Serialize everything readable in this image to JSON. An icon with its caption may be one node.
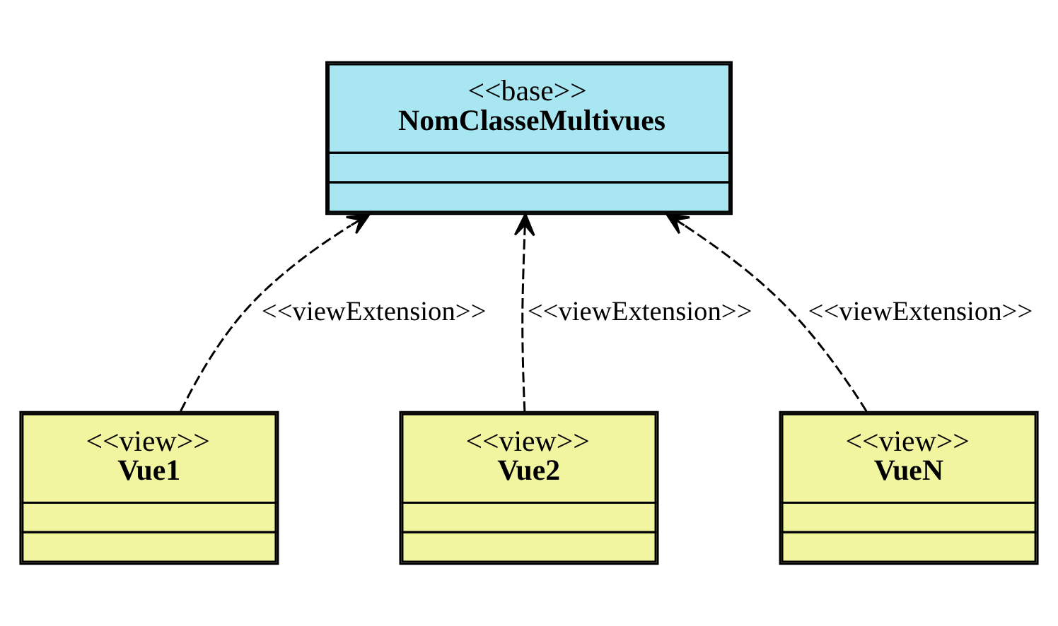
{
  "diagram": {
    "nodes": [
      {
        "text": [
          "<<base>>",
          "NomClasseMultivues"
        ]
      },
      {
        "text": [
          "<<view>>",
          "Vue1"
        ]
      },
      {
        "text": [
          "<<view>>",
          "Vue2"
        ]
      },
      {
        "text": [
          "<<view>>",
          "VueN"
        ]
      }
    ],
    "edges": [
      {
        "from": 1,
        "to": 0,
        "arrow": "to",
        "style": "dashed",
        "label": "<<viewExtension>>"
      },
      {
        "from": 2,
        "to": 0,
        "arrow": "to",
        "style": "dashed",
        "label": "<<viewExtension>>"
      },
      {
        "from": 3,
        "to": 0,
        "arrow": "to",
        "style": "dashed",
        "label": "<<viewExtension>>"
      }
    ]
  }
}
